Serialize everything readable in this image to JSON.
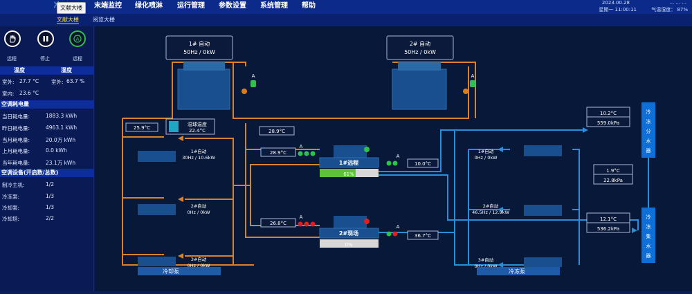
{
  "nav": {
    "home_partial": "冷",
    "tooltip": "文献大楼",
    "items": [
      "末端监控",
      "绿化喷淋",
      "运行管理",
      "参数设置",
      "系统管理",
      "帮助"
    ],
    "date_partial": "2023.00.28",
    "date_right_partial": "... ... ...",
    "time_line": "星期一 11:00:11",
    "humidity": "气温湿度： 87%"
  },
  "subtabs": [
    "文献大楼",
    "阅览大楼"
  ],
  "controls": [
    {
      "label": "远程",
      "icon": "hand-icon"
    },
    {
      "label": "停止",
      "icon": "pause-icon"
    },
    {
      "label": "远程",
      "icon": "auto-icon"
    }
  ],
  "temp_humidity": {
    "head_left": "温度",
    "head_right": "湿度",
    "outdoor_label": "室外:",
    "outdoor_temp": "27.7 °C",
    "indoor_label": "室内:",
    "indoor_temp": "23.6 °C",
    "hum_label": "室外:",
    "outdoor_hum": "63.7 %"
  },
  "energy": {
    "head": "空调耗电量",
    "rows": [
      {
        "label": "当日耗电量:",
        "value": "1883.3 kWh"
      },
      {
        "label": "昨日耗电量:",
        "value": "4963.1 kWh"
      },
      {
        "label": "当月耗电量:",
        "value": "20.0万 kWh"
      },
      {
        "label": "上月耗电量:",
        "value": "0.0 kWh"
      },
      {
        "label": "当年耗电量:",
        "value": "23.1万 kWh"
      }
    ]
  },
  "equipment": {
    "head": "空调设备(开启数/总数)",
    "rows": [
      {
        "label": "制冷主机:",
        "value": "1/2"
      },
      {
        "label": "冷冻泵:",
        "value": "1/3"
      },
      {
        "label": "冷却泵:",
        "value": "1/3"
      },
      {
        "label": "冷却塔:",
        "value": "2/2"
      }
    ]
  },
  "diagram": {
    "tower1": {
      "line1": "1# 自动",
      "line2": "50Hz / 0kW",
      "marker": "A"
    },
    "tower2": {
      "line1": "2# 自动",
      "line2": "50Hz / 0kW",
      "marker": "A"
    },
    "wet_bulb_label": "湿球温度",
    "wet_bulb_value": "22.4°C",
    "cw_return_temp": "25.9°C",
    "cw_supply_temp": "28.9°C",
    "chiller1": {
      "label": "1#远程",
      "in_temp": "28.9°C",
      "out_temp": "10.0°C",
      "load_percent": 61,
      "load_text": "61%",
      "marker": "A"
    },
    "chiller2": {
      "label": "2#现场",
      "in_temp": "26.8°C",
      "out_temp": "36.7°C",
      "load_percent": 0,
      "load_text": "0%",
      "marker": "A"
    },
    "cooling_pumps": [
      {
        "line1": "1#自动",
        "line2": "30Hz / 10.6kW"
      },
      {
        "line1": "2#自动",
        "line2": "0Hz / 0kW"
      },
      {
        "line1": "3#自动",
        "line2": "0Hz / 0kW"
      }
    ],
    "cooling_pump_title": "冷却泵",
    "chilled_pumps": [
      {
        "line1": "1#自动",
        "line2": "0Hz / 0kW"
      },
      {
        "line1": "2#自动",
        "line2": "46.5Hz / 12.9kW"
      },
      {
        "line1": "3#自动",
        "line2": "0Hz / 0kW"
      }
    ],
    "chilled_pump_title": "冷冻泵",
    "supply_header": {
      "temp": "10.2°C",
      "press": "559.0kPa",
      "label": [
        "冷",
        "冻",
        "分",
        "水",
        "器"
      ]
    },
    "diff": {
      "temp": "1.9°C",
      "press": "22.8kPa"
    },
    "return_header": {
      "temp": "12.1°C",
      "press": "536.2kPa",
      "label": [
        "冷",
        "冻",
        "集",
        "水",
        "器"
      ]
    }
  },
  "colors": {
    "cooling_pipe": "#d9822b",
    "chilled_pipe": "#2a8fd6",
    "ok": "#2ec24a",
    "alarm": "#e02020",
    "header": "#0e6fd8"
  }
}
